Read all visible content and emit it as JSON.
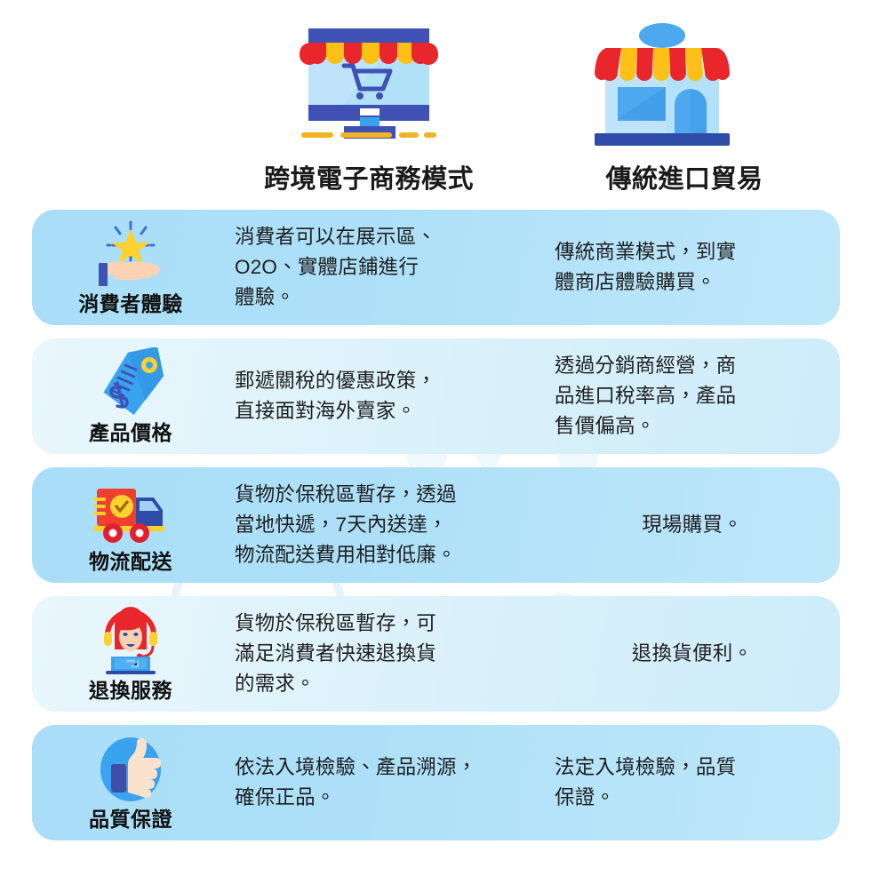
{
  "headers": {
    "ecommerce": "跨境電子商務模式",
    "traditional": "傳統進口貿易",
    "ecommerce_icon": "online-store-monitor-icon",
    "traditional_icon": "physical-storefront-icon"
  },
  "colors": {
    "card_light": "#ade0f8",
    "card_pale": "#dff3fb",
    "awning_red": "#e8262b",
    "awning_yellow": "#fcc016",
    "brand_blue": "#3f51b5",
    "accent_blue": "#3aa3ef",
    "sky_blue": "#b6e0f7",
    "deep_blue": "#2e4ba8",
    "skin": "#fbd2b4",
    "text": "#1f1f1f"
  },
  "rows": [
    {
      "category": "消費者體驗",
      "icon": "hand-holding-star-icon",
      "ecommerce": [
        "消費者可以在展示區、",
        "O2O、實體店鋪進行",
        "體驗。"
      ],
      "traditional": [
        "傳統商業模式，到實",
        "體商店體驗購買。"
      ],
      "ecommerce_align": "left",
      "traditional_align": "left"
    },
    {
      "category": "產品價格",
      "icon": "price-tag-icon",
      "ecommerce": [
        "郵遞關稅的優惠政策，",
        "直接面對海外賣家。"
      ],
      "traditional": [
        "透過分銷商經營，商",
        "品進口稅率高，產品",
        "售價偏高。"
      ],
      "ecommerce_align": "left",
      "traditional_align": "left"
    },
    {
      "category": "物流配送",
      "icon": "delivery-truck-icon",
      "ecommerce": [
        "貨物於保稅區暫存，透過",
        "當地快遞，7天內送達，",
        "物流配送費用相對低廉。"
      ],
      "traditional": [
        "現場購買。"
      ],
      "ecommerce_align": "left",
      "traditional_align": "center"
    },
    {
      "category": "退換服務",
      "icon": "customer-service-headset-icon",
      "ecommerce": [
        "貨物於保稅區暫存，可",
        "滿足消費者快速退換貨",
        "的需求。"
      ],
      "traditional": [
        "退換貨便利。"
      ],
      "ecommerce_align": "left",
      "traditional_align": "center"
    },
    {
      "category": "品質保證",
      "icon": "thumbs-up-icon",
      "ecommerce": [
        "依法入境檢驗、產品溯源，",
        "確保正品。"
      ],
      "traditional": [
        "法定入境檢驗，品質",
        "保證。"
      ],
      "ecommerce_align": "left",
      "traditional_align": "left"
    }
  ]
}
